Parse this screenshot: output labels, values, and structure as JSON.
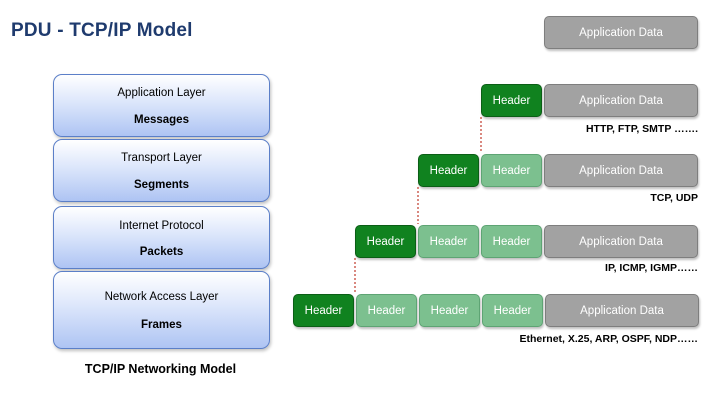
{
  "title": "PDU - TCP/IP Model",
  "layers": [
    {
      "name": "Application Layer",
      "pdu": "Messages"
    },
    {
      "name": "Transport Layer",
      "pdu": "Segments"
    },
    {
      "name": "Internet Protocol",
      "pdu": "Packets"
    },
    {
      "name": "Network Access Layer",
      "pdu": "Frames"
    }
  ],
  "model_caption": "TCP/IP Networking Model",
  "top_data_label": "Application Data",
  "rows": [
    {
      "header": "Header",
      "inherited": [],
      "data": "Application Data",
      "protocols": "HTTP, FTP, SMTP ……."
    },
    {
      "header": "Header",
      "inherited": [
        "Header"
      ],
      "data": "Application Data",
      "protocols": "TCP, UDP"
    },
    {
      "header": "Header",
      "inherited": [
        "Header",
        "Header"
      ],
      "data": "Application Data",
      "protocols": "IP, ICMP, IGMP……"
    },
    {
      "header": "Header",
      "inherited": [
        "Header",
        "Header",
        "Header"
      ],
      "data": "Application Data",
      "protocols": "Ethernet, X.25, ARP, OSPF, NDP……"
    }
  ],
  "colors": {
    "header_dark": "#10821f",
    "header_light": "#7cc08f",
    "app_data": "#a2a2a2",
    "guide_line": "#c0392b",
    "title": "#1f3b6e"
  }
}
